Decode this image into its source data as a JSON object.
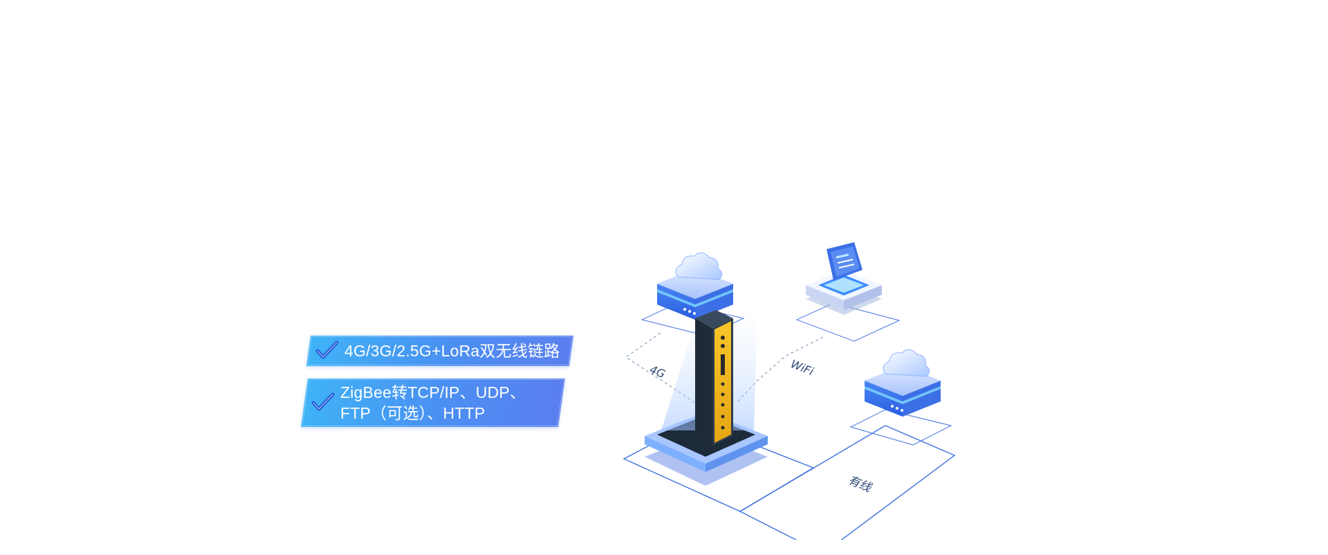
{
  "features": [
    {
      "text": "4G/3G/2.5G+LoRa双无线链路"
    },
    {
      "text": "ZigBee转TCP/IP、UDP、\nFTP（可选）、HTTP"
    }
  ],
  "diagram": {
    "links": [
      {
        "label": "4G"
      },
      {
        "label": "WiFi"
      },
      {
        "label": "有线"
      }
    ],
    "nodes": [
      {
        "icon": "cloud-server-icon"
      },
      {
        "icon": "document-terminal-icon"
      },
      {
        "icon": "cloud-server-icon"
      },
      {
        "icon": "gateway-device-icon"
      }
    ]
  },
  "colors": {
    "accent": "#4b8ff2",
    "accent_light": "#3fb3f6",
    "outline": "#2f6de0",
    "device_body": "#1e2a38",
    "device_panel": "#f2b81e"
  }
}
